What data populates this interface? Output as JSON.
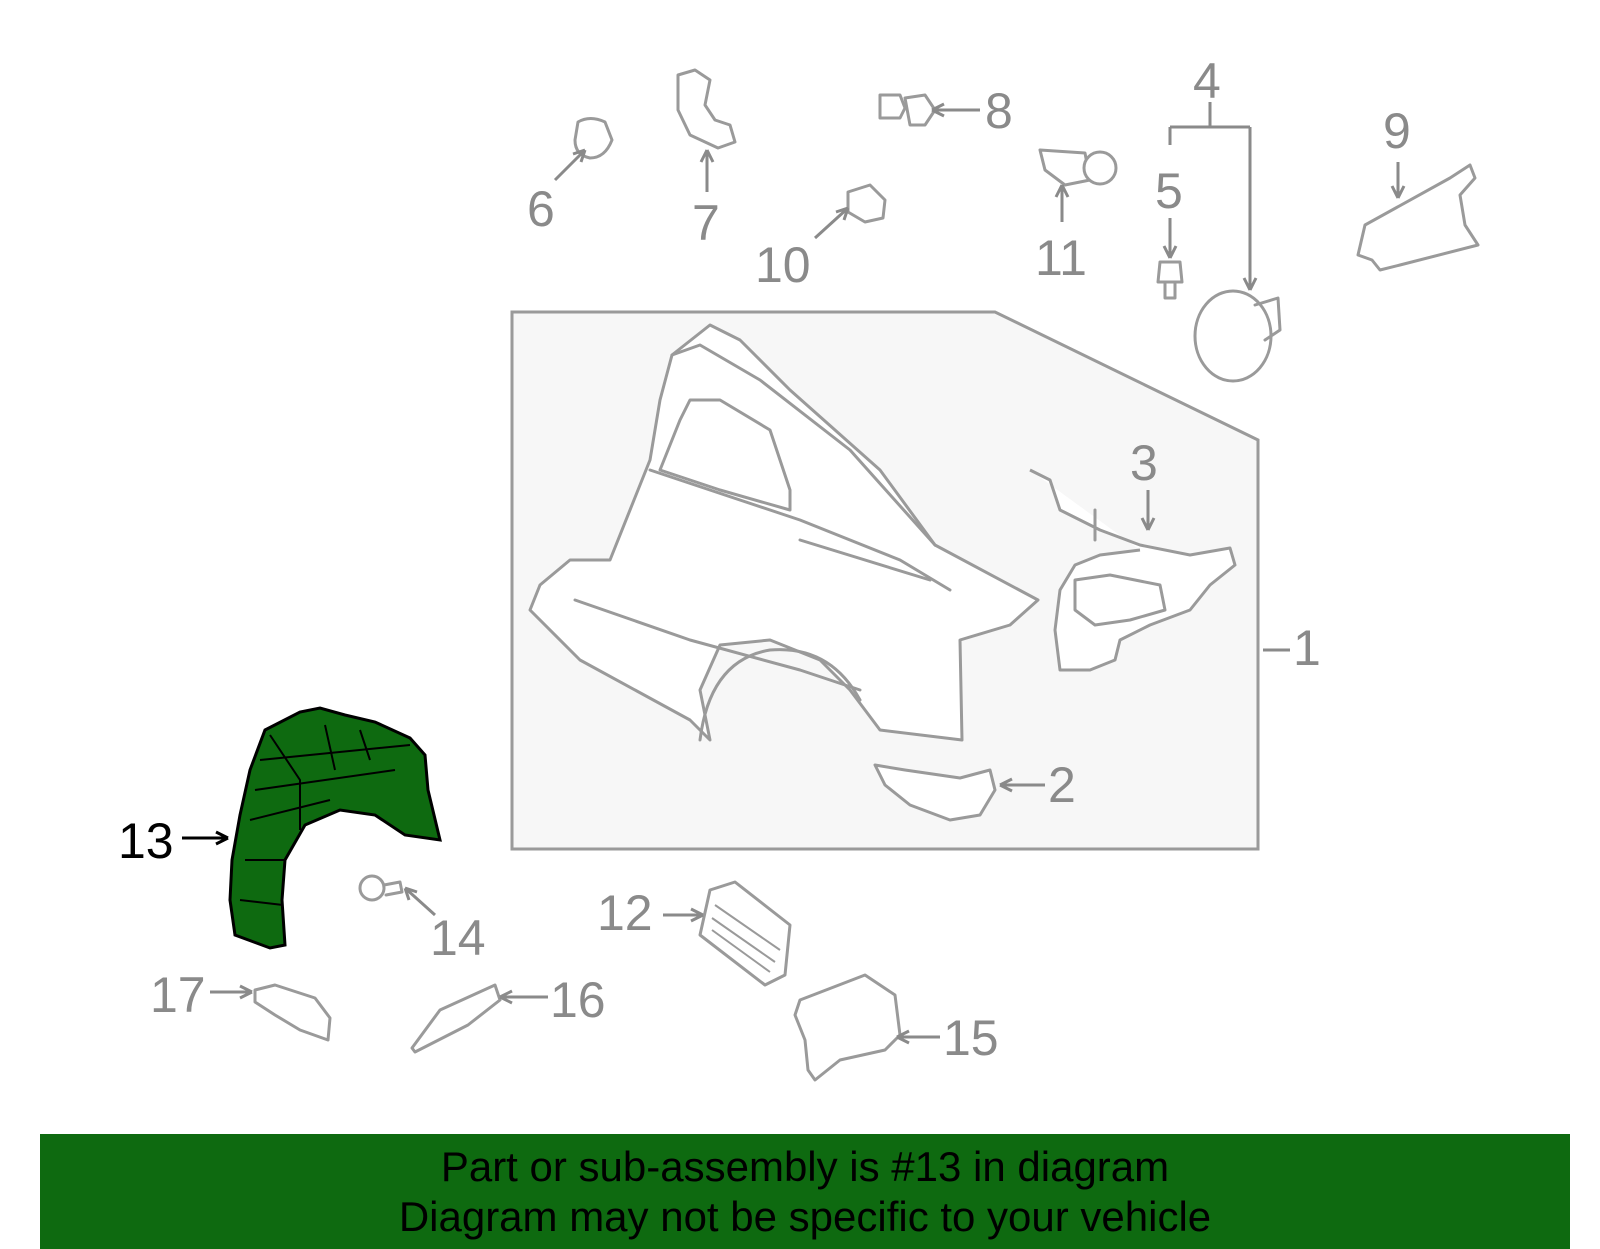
{
  "colors": {
    "highlight_fill": "#0e6a10",
    "part_stroke": "#9a9a9a",
    "label_gray": "#8a8a8a",
    "label_highlight": "#000000",
    "banner_bg": "#0e6a10"
  },
  "highlighted_part": "13",
  "callouts": {
    "c1": "1",
    "c2": "2",
    "c3": "3",
    "c4": "4",
    "c5": "5",
    "c6": "6",
    "c7": "7",
    "c8": "8",
    "c9": "9",
    "c10": "10",
    "c11": "11",
    "c12": "12",
    "c13": "13",
    "c14": "14",
    "c15": "15",
    "c16": "16",
    "c17": "17"
  },
  "banner": {
    "line1": "Part or sub-assembly is #13 in diagram",
    "line2": "Diagram may not be specific to your vehicle"
  }
}
